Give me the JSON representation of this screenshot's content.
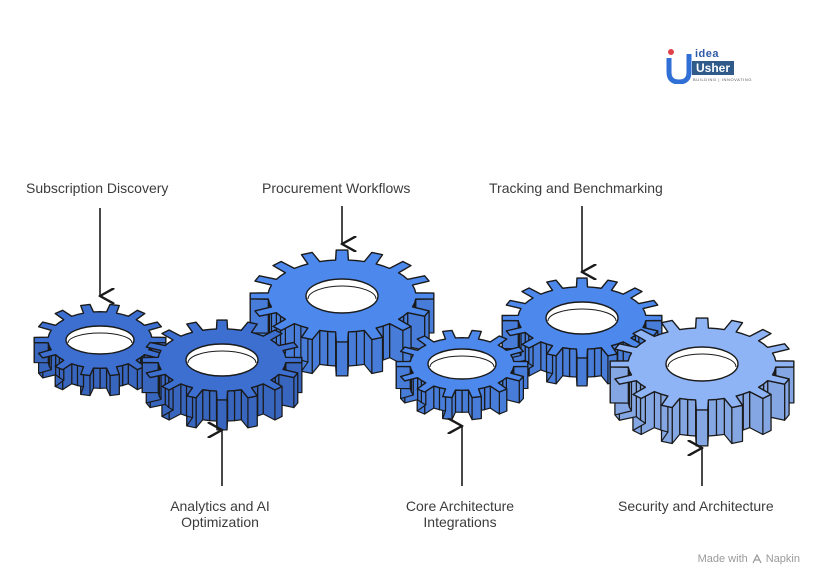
{
  "logo": {
    "word1": "idea",
    "word2": "Usher",
    "tagline": "BUILDING | INNOVATING"
  },
  "labels": {
    "subscription": "Subscription Discovery",
    "procurement": "Procurement Workflows",
    "tracking": "Tracking and Benchmarking",
    "analytics_line1": "Analytics and AI",
    "analytics_line2": "Optimization",
    "core_line1": "Core Architecture",
    "core_line2": "Integrations",
    "security": "Security and Architecture"
  },
  "footer": {
    "made_with": "Made with",
    "brand": "Napkin"
  },
  "colors": {
    "gear_dark": "#3d6fd0",
    "gear_mid": "#4d88ec",
    "gear_light": "#8fb4f6",
    "stroke": "#1a1a1a"
  }
}
